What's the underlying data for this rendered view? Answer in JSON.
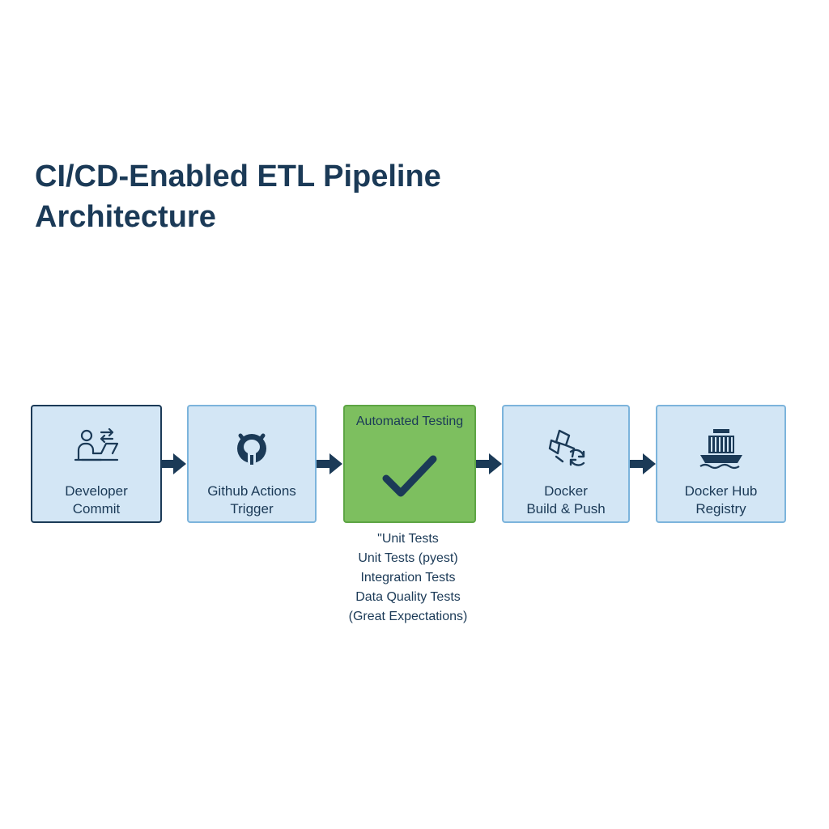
{
  "title": {
    "line1": "CI/CD-Enabled ETL Pipeline",
    "line2": "Architecture"
  },
  "colors": {
    "text": "#1b3a57",
    "box_fill": "#d3e6f5",
    "box_border": "#7cb4dc",
    "testing_fill": "#7dbf5f",
    "arrow": "#1b3a57"
  },
  "steps": [
    {
      "icon": "developer-laptop-icon",
      "label_line1": "Developer",
      "label_line2": "Commit"
    },
    {
      "icon": "github-octocat-icon",
      "label_line1": "Github Actions",
      "label_line2": "Trigger"
    },
    {
      "icon": "checkmark-icon",
      "header": "Automated Testing"
    },
    {
      "icon": "docker-build-icon",
      "label_line1": "Docker",
      "label_line2": "Build & Push"
    },
    {
      "icon": "docker-registry-ship-icon",
      "label_line1": "Docker Hub",
      "label_line2": "Registry"
    }
  ],
  "testing_notes": [
    "\"Unit Tests",
    "Unit Tests (pyest)",
    "Integration Tests",
    "Data Quality Tests",
    "(Great Expectations)"
  ]
}
